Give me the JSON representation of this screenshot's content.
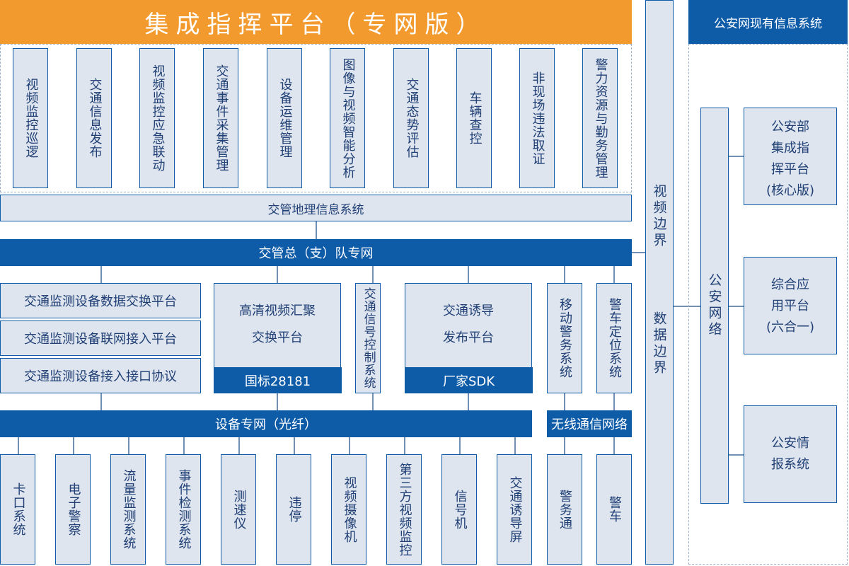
{
  "top": {
    "title": "集成指挥平台（专网版）",
    "modules": [
      "视频监控巡逻",
      "交通信息发布",
      "视频监控应急联动",
      "交通事件采集管理",
      "设备运维管理",
      "图像与视频智能分析",
      "交通态势评估",
      "车辆查控",
      "非现场违法取证",
      "警力资源与勤务管理"
    ]
  },
  "gis": "交管地理信息系统",
  "team_net": "交管总（支）队专网",
  "platforms": {
    "exchange": "交通监测设备数据交换平台",
    "networking": "交通监测设备联网接入平台",
    "protocol": "交通监测设备接入接口协议",
    "hd_video_1": "高清视频汇聚",
    "hd_video_2": "交换平台",
    "gb28181": "国标28181",
    "signal": "交通信号控制系统",
    "guide_1": "交通诱导",
    "guide_2": "发布平台",
    "vendor_sdk": "厂家SDK",
    "mobile_police": "移动警务系统",
    "car_locate": "警车定位系统"
  },
  "device_net": "设备专网（光纤）",
  "wireless_net": "无线通信网络",
  "devices": [
    "卡口系统",
    "电子警察",
    "流量监测系统",
    "事件检测系统",
    "测速仪",
    "违停",
    "视频摄像机",
    "第三方视频监控",
    "信号机",
    "交通诱导屏"
  ],
  "wireless_devices": [
    "警务通",
    "警车"
  ],
  "boundary": {
    "video": "视频边界",
    "data": "数据边界"
  },
  "right": {
    "header": "公安网现有信息系统",
    "network": "公安网络",
    "systems": [
      {
        "l1": "公安部",
        "l2": "集成指",
        "l3": "挥平台",
        "l4": "(核心版)"
      },
      {
        "l1": "综合应",
        "l2": "用平台",
        "l3": "(六合一)"
      },
      {
        "l1": "公安情",
        "l2": "报系统"
      }
    ]
  },
  "colors": {
    "orange": "#f39a2e",
    "blue": "#0e5ba8",
    "box": "#dfe5ee"
  }
}
